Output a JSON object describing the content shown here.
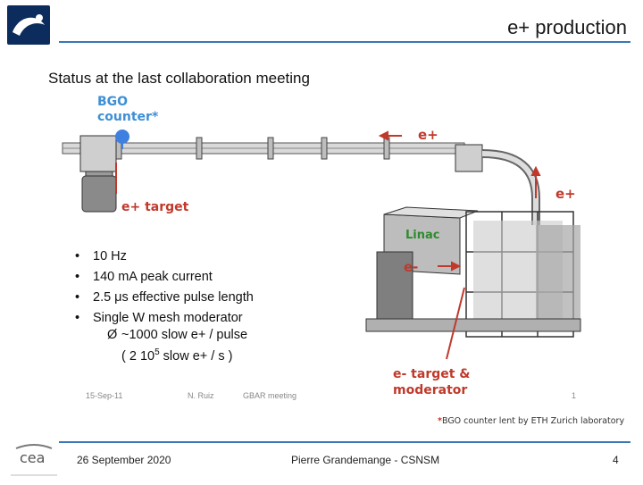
{
  "header": {
    "title": "e+ production",
    "subtitle": "Status at the last collaboration meeting"
  },
  "figure": {
    "bgo_counter_line1": "BGO",
    "bgo_counter_line2": "counter",
    "bgo_star": "*",
    "e_plus_top": "e+",
    "e_plus_right": "e+",
    "e_plus_target": "e+ target",
    "linac_label": "Linac",
    "e_minus": "e-",
    "e_minus_target_line1": "e- target &",
    "e_minus_target_line2": "moderator",
    "inner_footer_date": "15-Sep-11",
    "inner_footer_author": "N. Ruiz",
    "inner_footer_meeting": "GBAR meeting",
    "inner_footer_page": "1",
    "credit_star": "*",
    "credit": "BGO counter lent by ETH Zurich laboratory"
  },
  "bullets": [
    {
      "marker": "•",
      "text": "10 Hz"
    },
    {
      "marker": "•",
      "text": "140 mA peak current"
    },
    {
      "marker": "•",
      "text": "2.5 μs effective pulse length"
    },
    {
      "marker": "•",
      "text": "Single W mesh moderator"
    }
  ],
  "result": {
    "marker": "Ø",
    "line1": "~1000 slow e+ / pulse",
    "line2_prefix": "( 2 10",
    "line2_exp": "5",
    "line2_suffix": " slow e+ / s )"
  },
  "footer": {
    "date": "26 September 2020",
    "author": "Pierre Grandemange - CSNSM",
    "page": "4"
  },
  "colors": {
    "accent_rule": "#3a78b5",
    "label_blue": "#3e8fd6",
    "label_red": "#c0392b",
    "bgo_dot": "#3f7fe0",
    "green_linac": "#2e8b2e"
  }
}
